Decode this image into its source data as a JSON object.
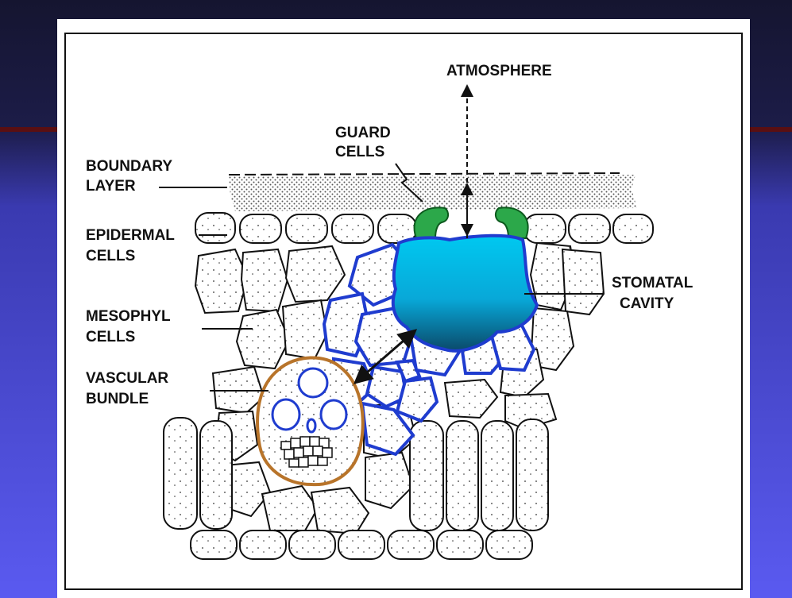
{
  "diagram": {
    "labels": {
      "atmosphere": "ATMOSPHERE",
      "guard_cells_1": "GUARD",
      "guard_cells_2": "CELLS",
      "boundary_layer_1": "BOUNDARY",
      "boundary_layer_2": "LAYER",
      "epidermal_cells_1": "EPIDERMAL",
      "epidermal_cells_2": "CELLS",
      "mesophyl_cells_1": "MESOPHYL",
      "mesophyl_cells_2": "CELLS",
      "vascular_bundle_1": "VASCULAR",
      "vascular_bundle_2": "BUNDLE",
      "stomatal_cavity_1": "STOMATAL",
      "stomatal_cavity_2": "CAVITY"
    },
    "colors": {
      "stomatal_cavity_top": "#00c8f0",
      "stomatal_cavity_bottom": "#0a4a6a",
      "highlight_outline": "#1f3ccf",
      "vascular_outline": "#b8742a",
      "guard_cells": "#2ca84a"
    }
  }
}
